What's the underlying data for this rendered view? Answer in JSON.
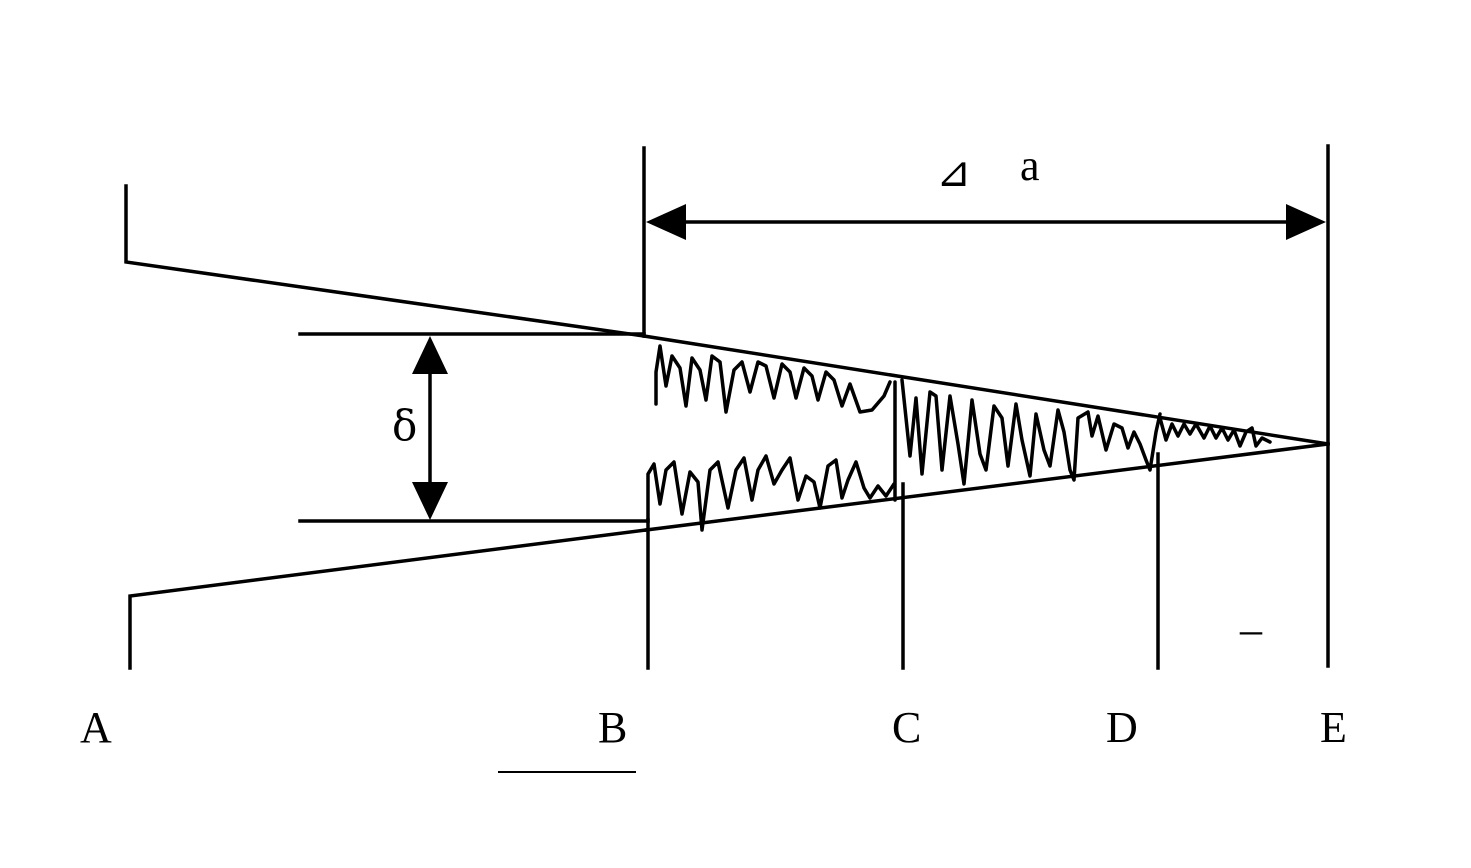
{
  "labels": {
    "a": "A",
    "b": "B",
    "c": "C",
    "d": "D",
    "e": "E"
  },
  "delta_symbol": "δ",
  "dimension_label": {
    "prefix": "⊿",
    "variable": "a"
  },
  "minus_sign": "–"
}
